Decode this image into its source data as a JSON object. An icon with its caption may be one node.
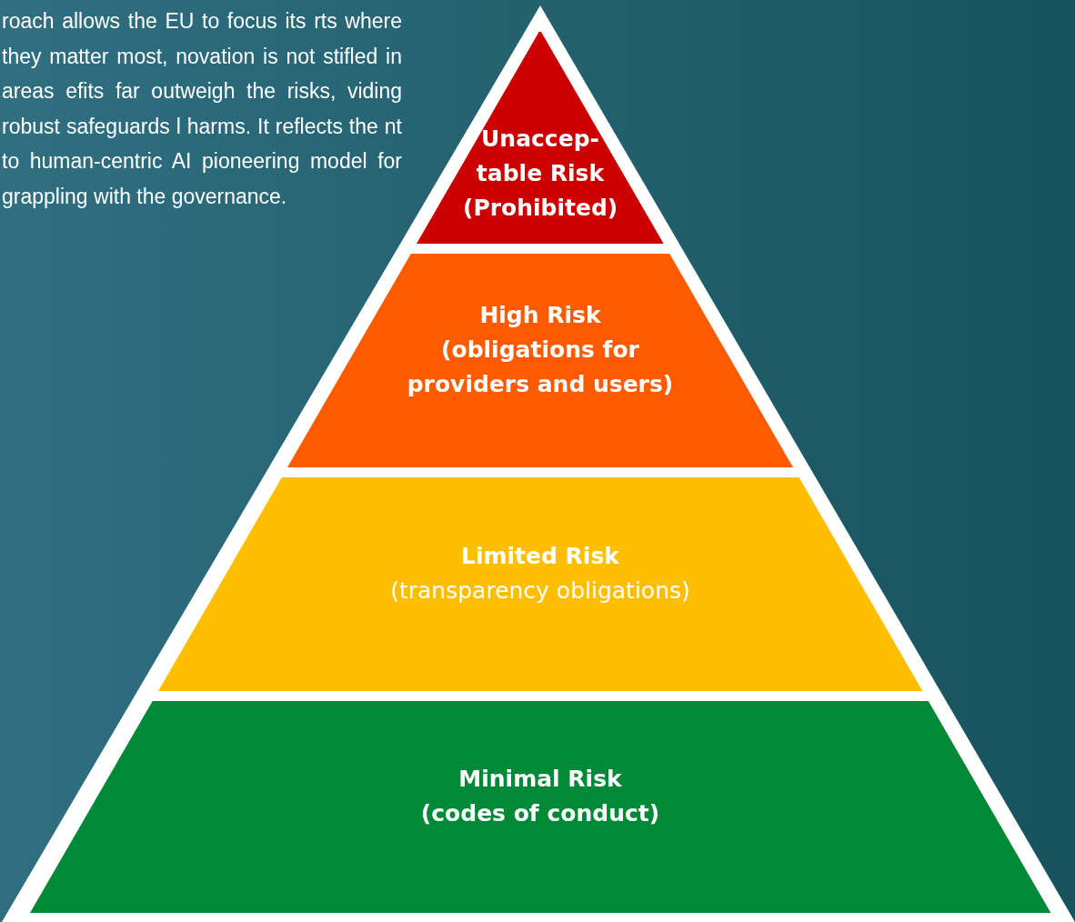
{
  "diagram": {
    "nodes": [
      {
        "text": [
          "Unaccep- table Risk (Prohibited)"
        ]
      },
      {
        "text": [
          "High Risk",
          "(obligations for providers and users)"
        ]
      },
      {
        "text": [
          "Limited Risk",
          "(transparency obligations)"
        ]
      },
      {
        "text": [
          "Minimal Risk",
          "(codes of conduct)"
        ]
      }
    ],
    "labels": [
      "roach allows the EU to focus its rts where they matter most, novation is not stifled in areas efits far outweigh the risks, viding robust safeguards l harms. It reflects the nt to human-centric AI pioneering model for grappling with the governance."
    ]
  }
}
